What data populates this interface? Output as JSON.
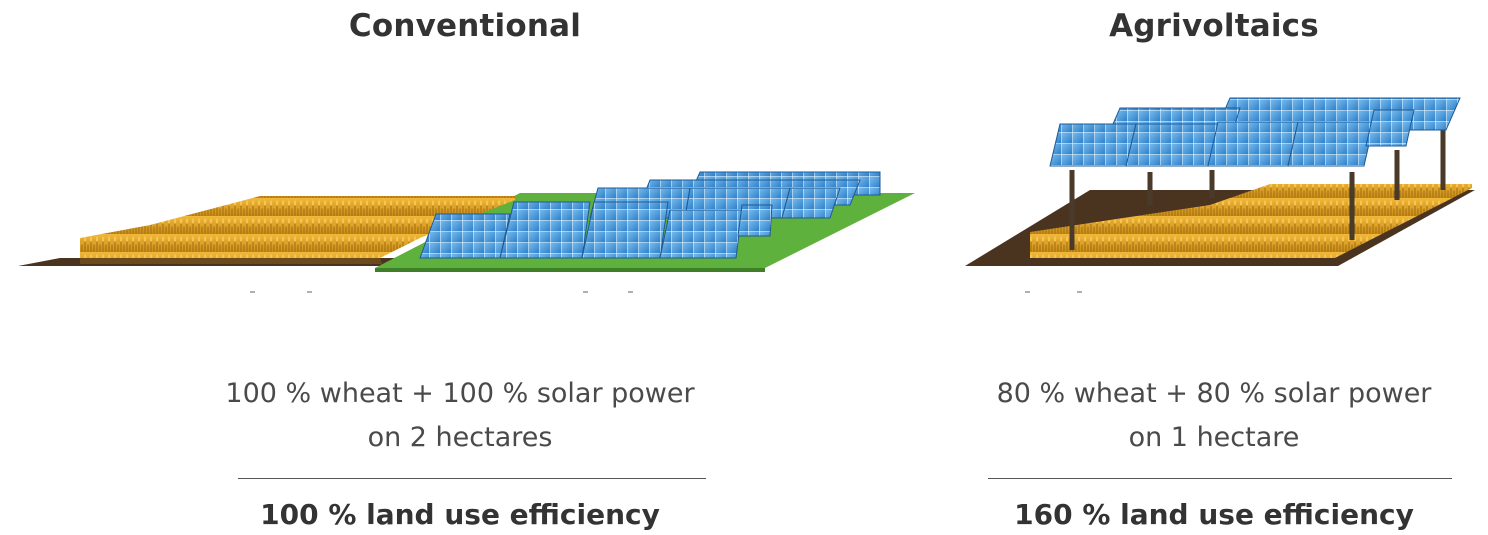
{
  "conventional": {
    "title": "Conventional",
    "line1": "100 % wheat + 100 % solar power",
    "line2": "on 2 hectares",
    "result": "100 % land use efficiency"
  },
  "agrivoltaics": {
    "title": "Agrivoltaics",
    "line1": "80 % wheat + 80 % solar power",
    "line2": "on 1 hectare",
    "result": "160 % land use efficiency"
  },
  "colors": {
    "wheat": "#e8a92a",
    "wheat_dark": "#b97a12",
    "soil": "#4a3420",
    "grass": "#5fb13d",
    "panel_blue": "#3f8fd6",
    "panel_frame": "#1f5a94",
    "pole": "#4a3a2a"
  }
}
